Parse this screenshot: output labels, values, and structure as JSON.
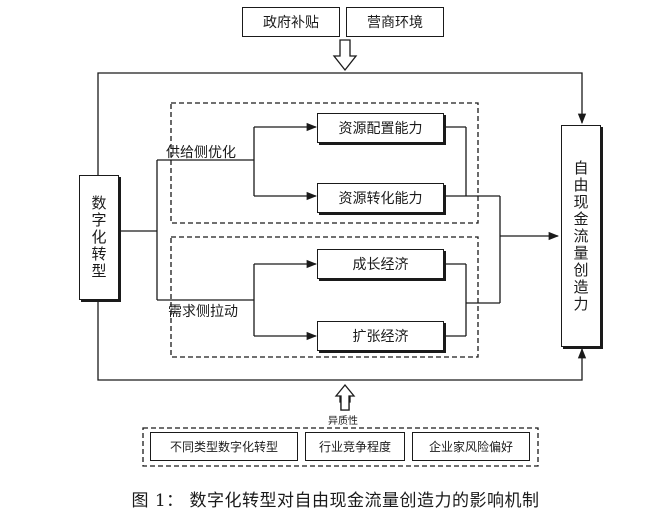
{
  "top_inputs": {
    "subsidy": "政府补贴",
    "business_env": "营商环境"
  },
  "source": {
    "label": "数字化转型"
  },
  "target": {
    "label": "自由现金流量创造力"
  },
  "supply": {
    "label": "供给侧优化",
    "items": [
      "资源配置能力",
      "资源转化能力"
    ]
  },
  "demand": {
    "label": "需求侧拉动",
    "items": [
      "成长经济",
      "扩张经济"
    ]
  },
  "heterogeneity": {
    "label": "异质性",
    "items": [
      "不同类型数字化转型",
      "行业竞争程度",
      "企业家风险偏好"
    ]
  },
  "caption": "图 1： 数字化转型对自由现金流量创造力的影响机制"
}
